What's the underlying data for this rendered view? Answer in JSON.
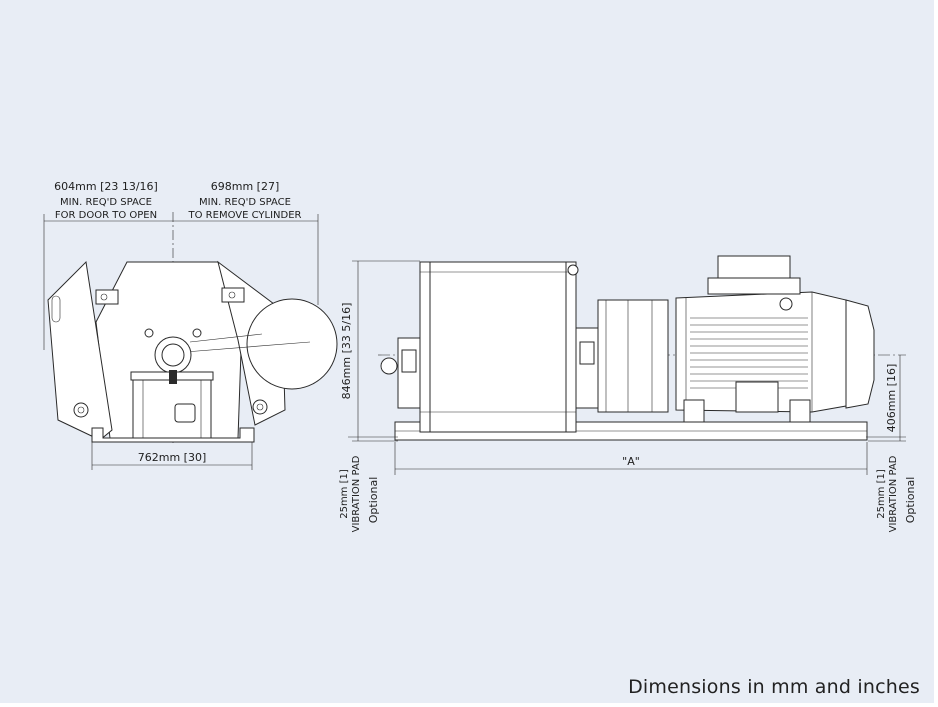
{
  "side_view": {
    "door_space_label": "604mm [23 13/16]",
    "door_space_line1": "MIN. REQ'D SPACE",
    "door_space_line2": "FOR DOOR TO OPEN",
    "cylinder_space_label": "698mm [27]",
    "cylinder_space_line1": "MIN. REQ'D SPACE",
    "cylinder_space_line2": "TO REMOVE CYLINDER",
    "width_label": "762mm [30]"
  },
  "front_view": {
    "height_label": "846mm [33 5/16]",
    "axis_height_label": "406mm [16]",
    "length_label": "\"A\"",
    "pad_left": {
      "size": "25mm [1]",
      "name": "VIBRATION PAD",
      "note": "Optional"
    },
    "pad_right": {
      "size": "25mm [1]",
      "name": "VIBRATION PAD",
      "note": "Optional"
    }
  },
  "caption": "Dimensions in mm and inches"
}
